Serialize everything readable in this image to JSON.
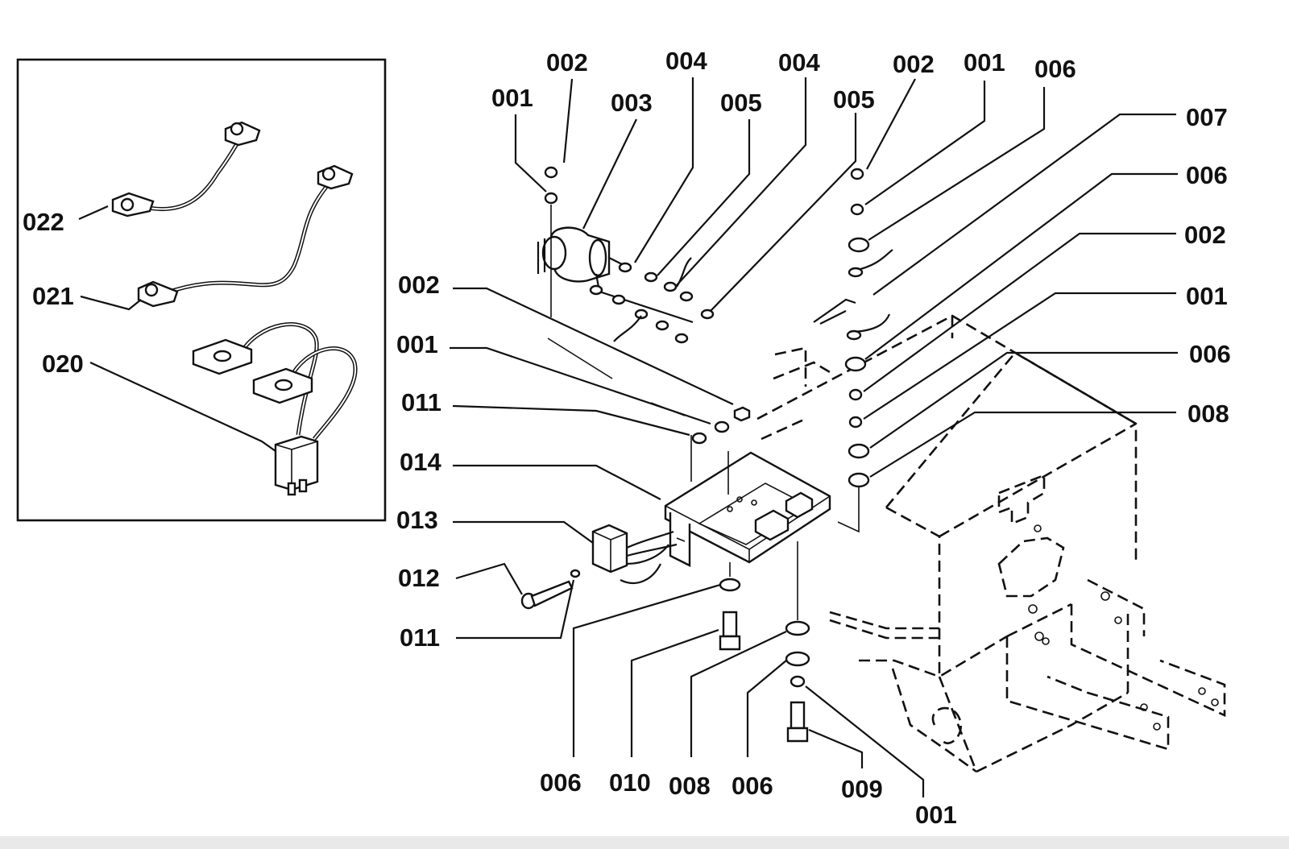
{
  "callouts": {
    "inset_022": "022",
    "inset_021": "021",
    "inset_020": "020",
    "top_001a": "001",
    "top_002a": "002",
    "top_003": "003",
    "top_004a": "004",
    "top_005a": "005",
    "top_004b": "004",
    "top_005b": "005",
    "top_002b": "002",
    "top_001b": "001",
    "top_006a": "006",
    "right_007": "007",
    "right_006b": "006",
    "right_002c": "002",
    "right_001c": "001",
    "right_006c": "006",
    "right_008a": "008",
    "left_002d": "002",
    "left_001d": "001",
    "left_011a": "011",
    "left_014": "014",
    "left_013": "013",
    "left_012": "012",
    "left_011b": "011",
    "bottom_006d": "006",
    "bottom_010": "010",
    "bottom_008b": "008",
    "bottom_006e": "006",
    "bottom_009": "009",
    "bottom_001e": "001"
  },
  "colors": {
    "ink": "#111111",
    "paper": "#ffffff"
  }
}
